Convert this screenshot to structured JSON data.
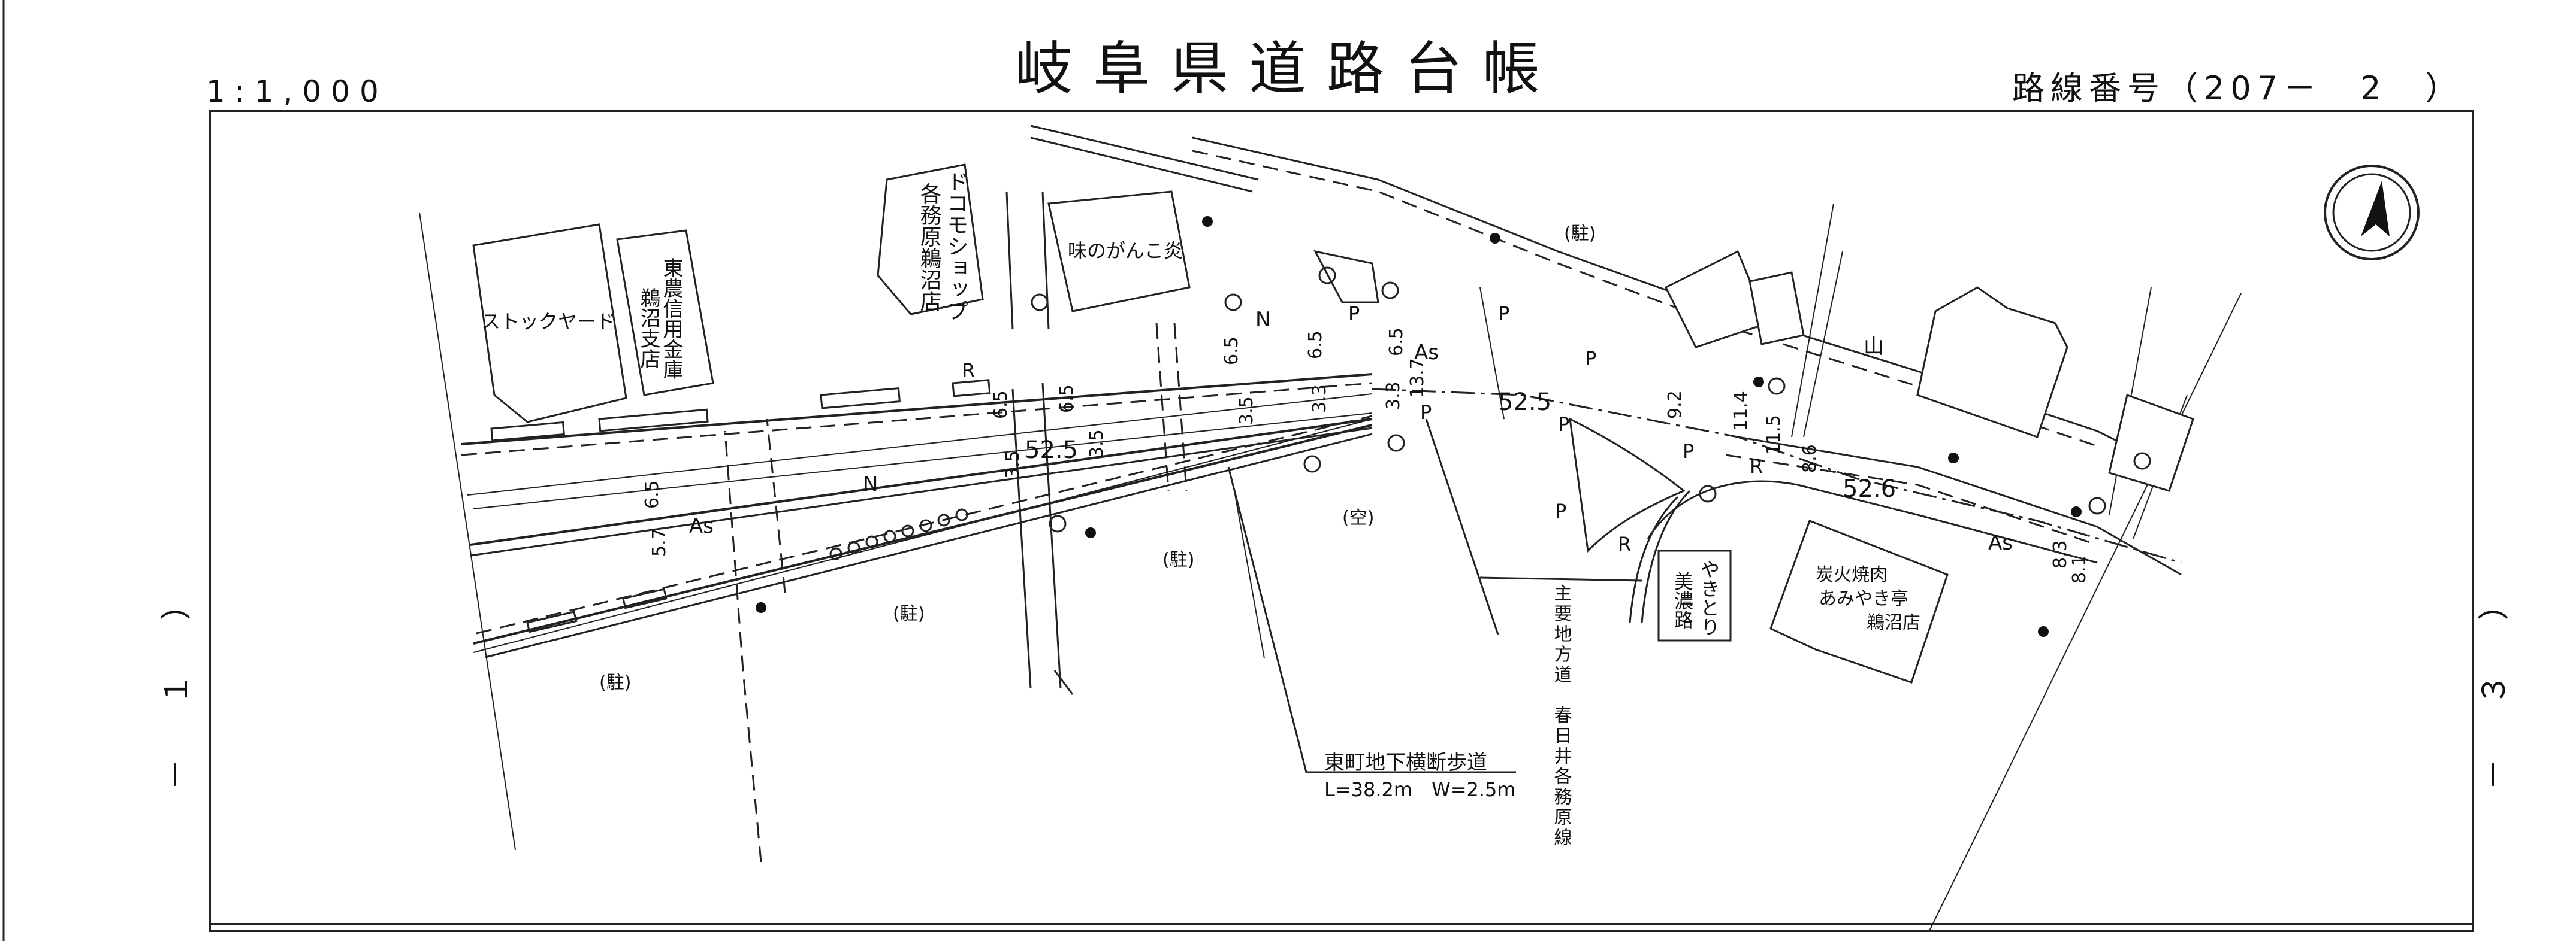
{
  "header": {
    "title": "岐阜県道路台帳",
    "scale": "1:1,000",
    "route_number": "路線番号（207－　2　）"
  },
  "side_labels": {
    "left": "－１）",
    "right": "－３）"
  },
  "buildings": {
    "stockyard": "ストックヤード",
    "bank": [
      "東農信用金庫",
      "鵜沼支店"
    ],
    "docomo": [
      "ドコモショップ",
      "各務原鵜沼店"
    ],
    "restaurant": "味のがんこ炎",
    "yakitori": [
      "やきとり",
      "美濃路"
    ],
    "yakiniku": [
      "炭火焼肉",
      "あみやき亭",
      "鵜沼店"
    ]
  },
  "parcels": {
    "parking": "(駐)",
    "vacant": "(空)",
    "mountain_symbol": "山"
  },
  "road_labels": {
    "as": "As",
    "n": "N",
    "r": "R",
    "p": "P",
    "distances": [
      "6.5",
      "5.7",
      "6.5",
      "3.5",
      "6.5",
      "3.5",
      "6.5",
      "3.5",
      "6.5",
      "3.3",
      "6.5",
      "3.3",
      "13.7",
      "9.2",
      "11.4",
      "11.5",
      "8.6",
      "8.3",
      "8.1"
    ],
    "chainage": [
      "52.5",
      "52.5",
      "52.6"
    ]
  },
  "underpass": {
    "name": "東町地下横断歩道",
    "dims": "L=38.2m　W=2.5m"
  },
  "route_name": "主要地方道　春日井各務原線",
  "north_arrow": "north-arrow"
}
